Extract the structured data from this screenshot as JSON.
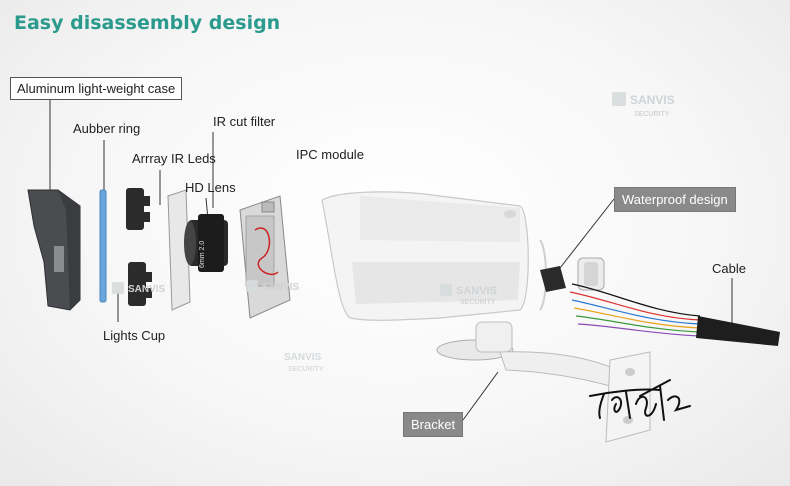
{
  "title": "Easy disassembly design",
  "labels": {
    "aluminum_case": "Aluminum light-weight case",
    "rubber_ring": "Aubber ring",
    "ir_leds": "Arrray IR Leds",
    "ir_cut_filter": "IR cut filter",
    "hd_lens": "HD Lens",
    "ipc_module": "IPC module",
    "waterproof": "Waterproof design",
    "cable": "Cable",
    "lights_cup": "Lights Cup",
    "bracket": "Bracket"
  },
  "watermark": {
    "brand": "SANVIS",
    "sub": "SECURITY"
  },
  "lens_text": "6mm 2.0",
  "colors": {
    "title": "#2a9a8c",
    "gray_label": "#8a8a8a",
    "rubber_ring": "#5b9bd5"
  }
}
